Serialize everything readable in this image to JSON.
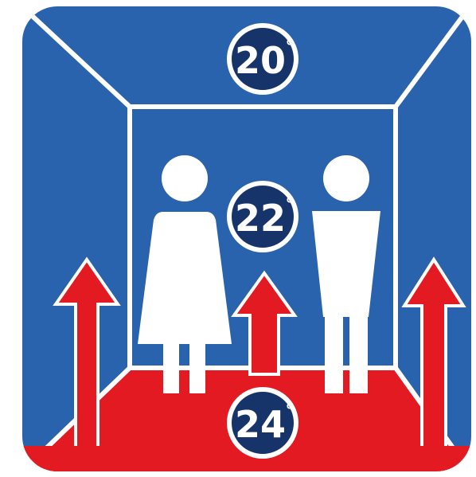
{
  "temperatures": {
    "ceiling": {
      "value": "20",
      "unit": "°"
    },
    "middle": {
      "value": "22",
      "unit": "°"
    },
    "floor": {
      "value": "24",
      "unit": "°"
    }
  },
  "colors": {
    "background_blue": "#2a63ad",
    "floor_red": "#e31a22",
    "badge_navy": "#16336a",
    "line_white": "#ffffff"
  },
  "icons": [
    "woman-figure-icon",
    "man-figure-icon",
    "heat-arrow-icon"
  ]
}
